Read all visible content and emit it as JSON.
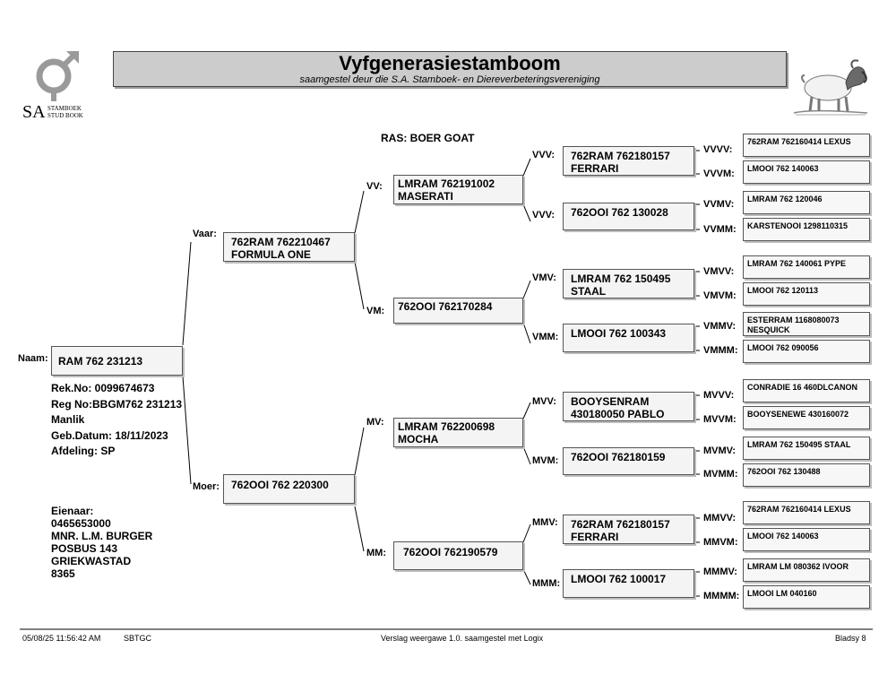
{
  "header": {
    "title": "Vyfgenerasiestamboom",
    "subtitle": "saamgestel deur die S.A. Stamboek- en Diereverbeteringsvereniging",
    "logo_text": {
      "sa": "SA",
      "line1": "STAMBOEK",
      "line2": "STUD BOOK"
    },
    "logo_icon": "gender-symbol-icon",
    "image_icon": "goat-image"
  },
  "ras": "RAS: BOER GOAT",
  "animal": {
    "label": "Naam:",
    "name": "RAM 762 231213",
    "rek_no": "Rek.No: 0099674673",
    "reg_no": "Reg No:BBGM762 231213",
    "sex": "Manlik",
    "birth": "Geb.Datum: 18/11/2023",
    "afdeling": "Afdeling: SP"
  },
  "owner": {
    "label": "Eienaar:",
    "phone": "0465653000",
    "name": "MNR. L.M. BURGER",
    "address1": "POSBUS 143",
    "address2": "GRIEKWASTAD",
    "postcode": "8365"
  },
  "pedigree": {
    "vaar": {
      "label": "Vaar:",
      "name": "762RAM 762210467\nFORMULA ONE"
    },
    "moer": {
      "label": "Moer:",
      "name": "762OOI 762 220300"
    },
    "vv": {
      "label": "VV:",
      "name": "LMRAM 762191002\nMASERATI"
    },
    "vm": {
      "label": "VM:",
      "name": "762OOI 762170284"
    },
    "mv": {
      "label": "MV:",
      "name": "LMRAM 762200698\nMOCHA"
    },
    "mm": {
      "label": "MM:",
      "name": "762OOI 762190579"
    },
    "vvv": {
      "label": "VVV:",
      "name": "762RAM 762180157\nFERRARI"
    },
    "vvm": {
      "label": "VVV:",
      "name": "762OOI 762 130028"
    },
    "vmv": {
      "label": "VMV:",
      "name": "LMRAM 762 150495\nSTAAL"
    },
    "vmm": {
      "label": "VMM:",
      "name": "LMOOI 762 100343"
    },
    "mvv": {
      "label": "MVV:",
      "name": "BOOYSENRAM\n430180050 PABLO"
    },
    "mvm": {
      "label": "MVM:",
      "name": "762OOI 762180159"
    },
    "mmv": {
      "label": "MMV:",
      "name": "762RAM 762180157\nFERRARI"
    },
    "mmm": {
      "label": "MMM:",
      "name": "LMOOI 762 100017"
    },
    "vvvv": {
      "label": "VVVV:",
      "name": "762RAM 762160414 LEXUS"
    },
    "vvvm": {
      "label": "VVVM:",
      "name": "LMOOI 762 140063"
    },
    "vvmv": {
      "label": "VVMV:",
      "name": "LMRAM 762 120046"
    },
    "vvmm": {
      "label": "VVMM:",
      "name": "KARSTENOOI 1298110315"
    },
    "vmvv": {
      "label": "VMVV:",
      "name": "LMRAM 762 140061 PYPE"
    },
    "vmvm": {
      "label": "VMVM:",
      "name": "LMOOI 762 120113"
    },
    "vmmv": {
      "label": "VMMV:",
      "name": "ESTERRAM 1168080073\nNESQUICK"
    },
    "vmmm": {
      "label": "VMMM:",
      "name": "LMOOI 762 090056"
    },
    "mvvv": {
      "label": "MVVV:",
      "name": "CONRADIE 16 460DLCANON"
    },
    "mvvm": {
      "label": "MVVM:",
      "name": "BOOYSENEWE 430160072"
    },
    "mvmv": {
      "label": "MVMV:",
      "name": "LMRAM 762 150495 STAAL"
    },
    "mvmm": {
      "label": "MVMM:",
      "name": "762OOI 762 130488"
    },
    "mmvv": {
      "label": "MMVV:",
      "name": "762RAM 762160414 LEXUS"
    },
    "mmvm": {
      "label": "MMVM:",
      "name": "LMOOI 762 140063"
    },
    "mmmv": {
      "label": "MMMV:",
      "name": "LMRAM LM 080362 IVOOR"
    },
    "mmmm": {
      "label": "MMMM:",
      "name": "LMOOI LM 040160"
    }
  },
  "footer": {
    "datetime": "05/08/25 11:56:42 AM",
    "code": "SBTGC",
    "version": "Verslag weergawe 1.0. saamgestel met Logix",
    "page": "Bladsy 8"
  }
}
